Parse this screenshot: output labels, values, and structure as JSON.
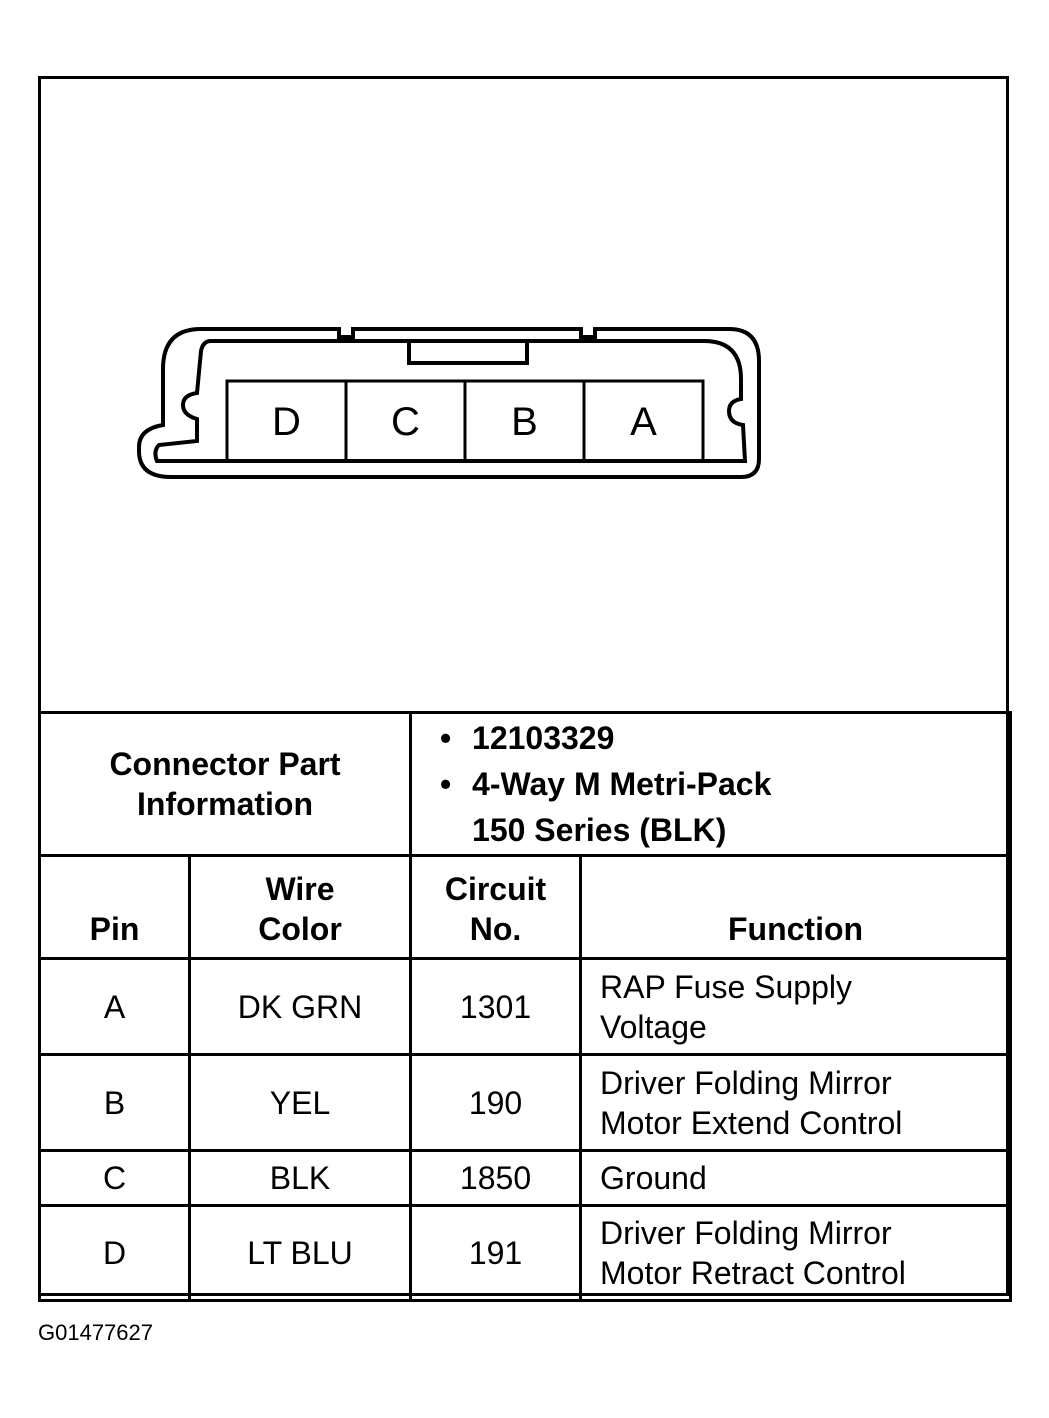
{
  "connector": {
    "pin_labels": [
      "D",
      "C",
      "B",
      "A"
    ]
  },
  "part_info": {
    "label_line1": "Connector Part",
    "label_line2": "Information",
    "bullet": "•",
    "part_number": "12103329",
    "description_line1": "4-Way M Metri-Pack",
    "description_line2": "150 Series (BLK)"
  },
  "table": {
    "headers": {
      "pin": "Pin",
      "wire_color_line1": "Wire",
      "wire_color_line2": "Color",
      "circuit_line1": "Circuit",
      "circuit_line2": "No.",
      "function": "Function"
    },
    "rows": [
      {
        "pin": "A",
        "wire_color": "DK GRN",
        "circuit": "1301",
        "function_line1": "RAP Fuse Supply",
        "function_line2": "Voltage"
      },
      {
        "pin": "B",
        "wire_color": "YEL",
        "circuit": "190",
        "function_line1": "Driver Folding Mirror",
        "function_line2": "Motor Extend Control"
      },
      {
        "pin": "C",
        "wire_color": "BLK",
        "circuit": "1850",
        "function_line1": "Ground",
        "function_line2": ""
      },
      {
        "pin": "D",
        "wire_color": "LT BLU",
        "circuit": "191",
        "function_line1": "Driver Folding Mirror",
        "function_line2": "Motor Retract Control"
      }
    ]
  },
  "figure_id": "G01477627"
}
